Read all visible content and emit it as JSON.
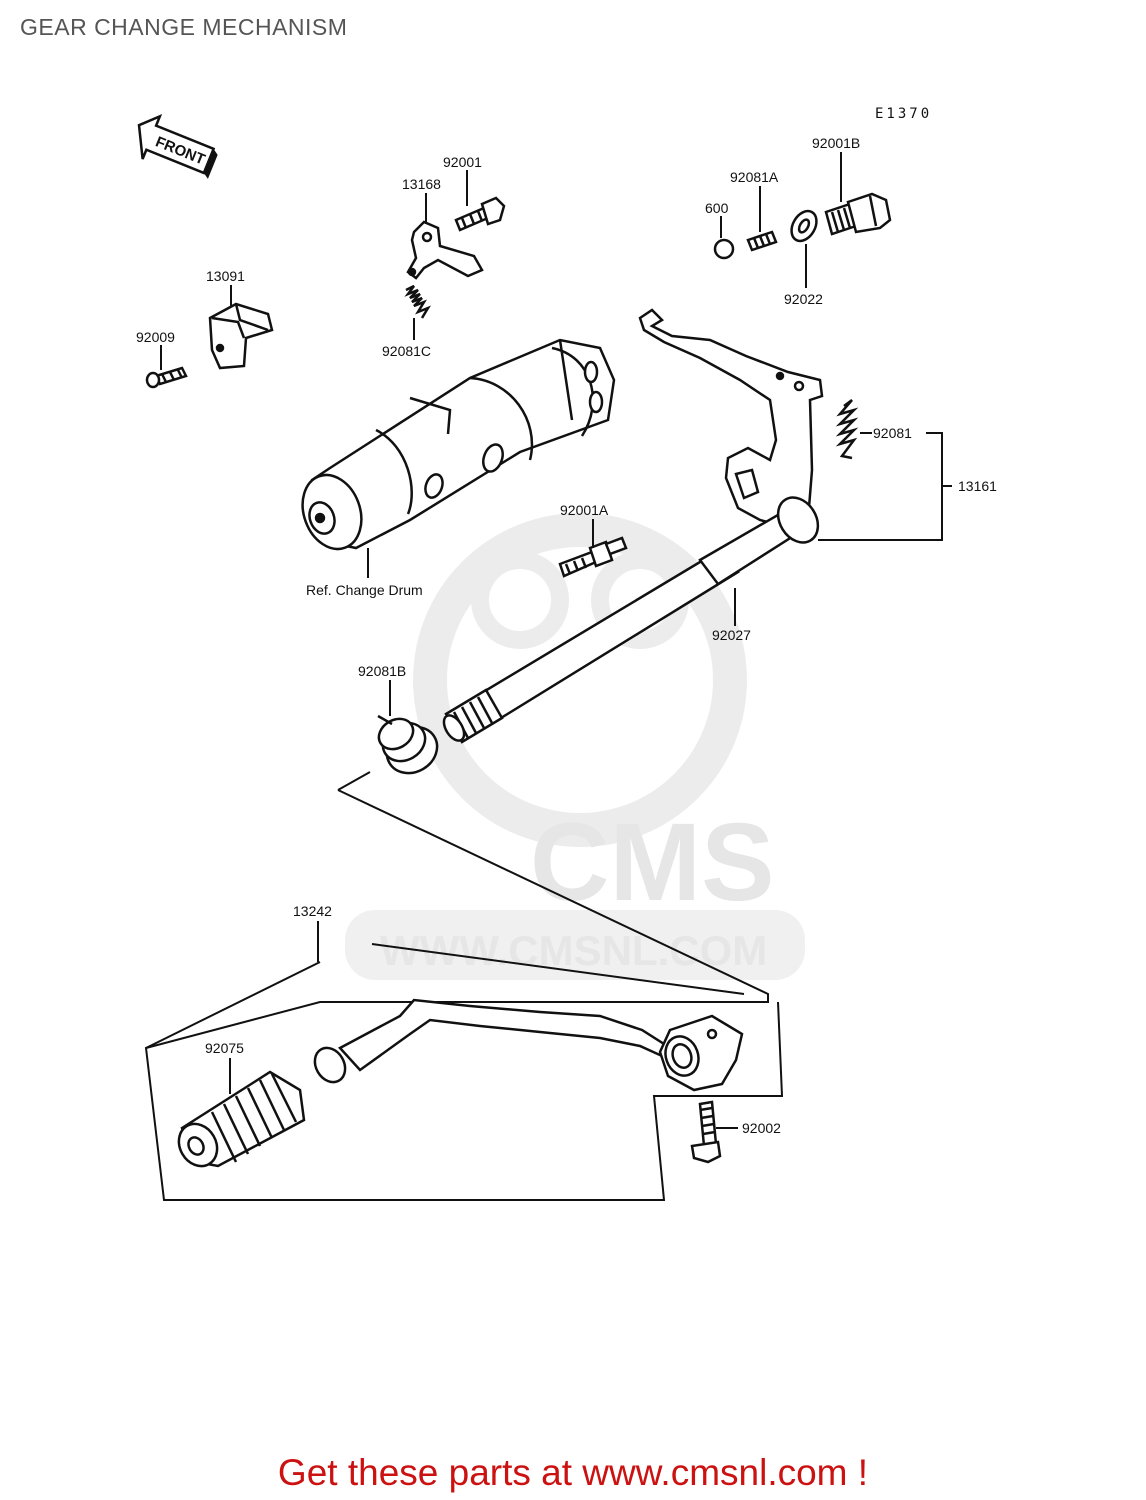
{
  "title": "GEAR CHANGE MECHANISM",
  "diagram_code": "E1370",
  "front_marker": "FRONT",
  "watermark": {
    "brand": "CMS",
    "url": "WWW.CMSNL.COM"
  },
  "parts": {
    "p13091": "13091",
    "p92009": "92009",
    "p13168": "13168",
    "p92001": "92001",
    "p92081C": "92081C",
    "p600": "600",
    "p92081A": "92081A",
    "p92001B": "92001B",
    "p92022": "92022",
    "p92081": "92081",
    "p13161": "13161",
    "p92001A": "92001A",
    "p92027": "92027",
    "p92081B": "92081B",
    "ref_drum": "Ref. Change Drum",
    "p13242": "13242",
    "p92075": "92075",
    "p92002": "92002"
  },
  "cta": "Get these parts at www.cmsnl.com !",
  "colors": {
    "title": "#555555",
    "line": "#111111",
    "cta": "#cc1111",
    "watermark": "#e6e6e6"
  }
}
